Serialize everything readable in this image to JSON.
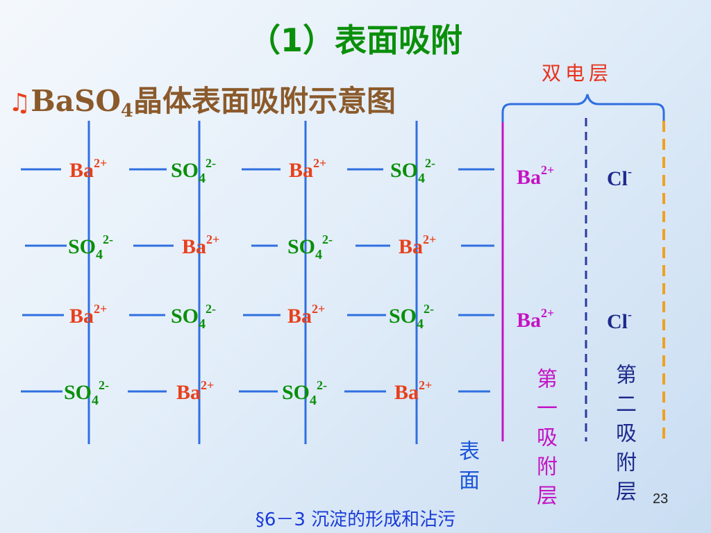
{
  "title": "（1）表面吸附",
  "subtitle": {
    "note_icon": "♫",
    "prefix": "BaSO",
    "subscript": "4",
    "suffix": "晶体表面吸附示意图"
  },
  "double_layer_label": "双电层",
  "lattice_rows": [
    [
      {
        "kind": "ba",
        "base": "Ba",
        "sup": "2+"
      },
      {
        "kind": "so4",
        "base": "SO",
        "sub": "4",
        "sup": "2-"
      },
      {
        "kind": "ba",
        "base": "Ba",
        "sup": "2+"
      },
      {
        "kind": "so4",
        "base": "SO",
        "sub": "4",
        "sup": "2-"
      }
    ],
    [
      {
        "kind": "so4",
        "base": "SO",
        "sub": "4",
        "sup": "2-"
      },
      {
        "kind": "ba",
        "base": "Ba",
        "sup": "2+"
      },
      {
        "kind": "so4",
        "base": "SO",
        "sub": "4",
        "sup": "2-"
      },
      {
        "kind": "ba",
        "base": "Ba",
        "sup": "2+"
      }
    ],
    [
      {
        "kind": "ba",
        "base": "Ba",
        "sup": "2+"
      },
      {
        "kind": "so4",
        "base": "SO",
        "sub": "4",
        "sup": "2-"
      },
      {
        "kind": "ba",
        "base": "Ba",
        "sup": "2+"
      },
      {
        "kind": "so4",
        "base": "SO",
        "sub": "4",
        "sup": "2-"
      }
    ],
    [
      {
        "kind": "so4",
        "base": "SO",
        "sub": "4",
        "sup": "2-"
      },
      {
        "kind": "ba",
        "base": "Ba",
        "sup": "2+"
      },
      {
        "kind": "so4",
        "base": "SO",
        "sub": "4",
        "sup": "2-"
      },
      {
        "kind": "ba",
        "base": "Ba",
        "sup": "2+"
      }
    ]
  ],
  "first_layer_ions": [
    {
      "base": "Ba",
      "sup": "2+"
    },
    {
      "base": "Ba",
      "sup": "2+"
    }
  ],
  "second_layer_ions": [
    {
      "base": "Cl",
      "sup": "-"
    },
    {
      "base": "Cl",
      "sup": "-"
    }
  ],
  "surface_label": "表面",
  "first_layer_label": "第一吸附层",
  "second_layer_label": "第二吸附层",
  "footer": "§6－3 沉淀的形成和沾污",
  "page_number": "23",
  "colors": {
    "title": "#0a8f0a",
    "subtitle": "#8b5a2b",
    "ba": "#e8401c",
    "so4": "#0a8f0a",
    "adsorbed_ba": "#c413c4",
    "cl": "#1d2a8c",
    "lattice_lines": "#2f6fe0",
    "surface_line": "#c413c4",
    "first_layer_boundary": "#2a3aa0",
    "second_layer_boundary": "#f0a020",
    "footer": "#1a3ad8"
  }
}
